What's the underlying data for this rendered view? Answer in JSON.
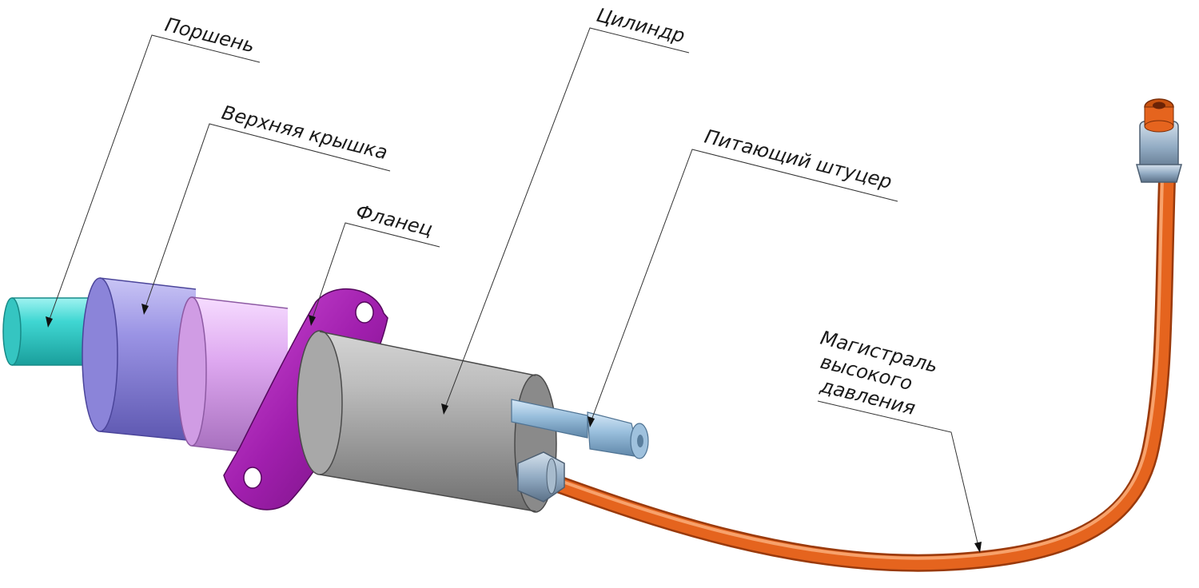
{
  "labels": {
    "piston": "Поршень",
    "top_cover": "Верхняя крышка",
    "flange": "Фланец",
    "cylinder": "Цилиндр",
    "supply_fitting": "Питающий штуцер",
    "high_pressure_line_1": "Магистраль",
    "high_pressure_line_2": "высокого",
    "high_pressure_line_3": "давления"
  },
  "colors": {
    "piston": "#2ec9c6",
    "top_cover": "#8f88de",
    "middle_ring": "#dba2ef",
    "flange": "#a11fae",
    "cylinder": "#9a9a9a",
    "supply_fitting": "#8fb4d4",
    "high_pressure_line": "#e5641e",
    "nut": "#8ea7c0"
  }
}
